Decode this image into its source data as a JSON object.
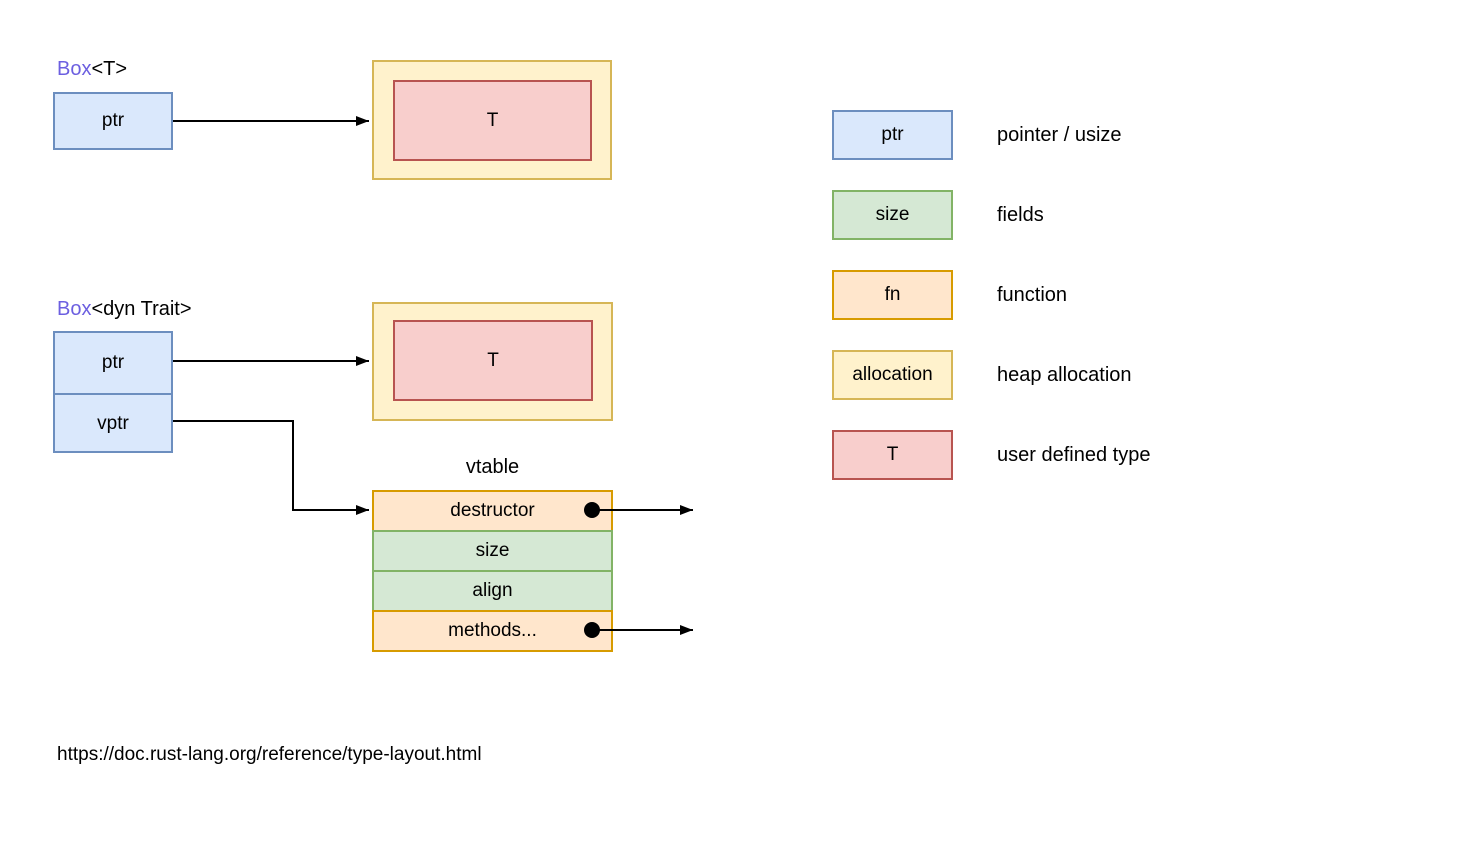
{
  "diagram": {
    "box_t": {
      "title_prefix": "Box",
      "title_suffix": "<T>",
      "ptr_label": "ptr",
      "type_label": "T"
    },
    "box_dyn": {
      "title_prefix": "Box",
      "title_suffix": "<dyn Trait>",
      "ptr_label": "ptr",
      "vptr_label": "vptr",
      "type_label": "T"
    },
    "vtable": {
      "title": "vtable",
      "rows": [
        {
          "label": "destructor",
          "kind": "fn"
        },
        {
          "label": "size",
          "kind": "field"
        },
        {
          "label": "align",
          "kind": "field"
        },
        {
          "label": "methods...",
          "kind": "fn"
        }
      ]
    }
  },
  "legend": {
    "items": [
      {
        "box_label": "ptr",
        "description": "pointer / usize",
        "kind": "pointer"
      },
      {
        "box_label": "size",
        "description": "fields",
        "kind": "field"
      },
      {
        "box_label": "fn",
        "description": "function",
        "kind": "fn"
      },
      {
        "box_label": "allocation",
        "description": "heap allocation",
        "kind": "allocation"
      },
      {
        "box_label": "T",
        "description": "user defined type",
        "kind": "type"
      }
    ]
  },
  "footer": {
    "url": "https://doc.rust-lang.org/reference/type-layout.html"
  },
  "colors": {
    "pointer_fill": "#dae8fc",
    "pointer_stroke": "#6c8ebf",
    "field_fill": "#d5e8d4",
    "field_stroke": "#82b366",
    "fn_fill": "#ffe6cc",
    "fn_stroke": "#d79b00",
    "allocation_fill": "#fff2cc",
    "allocation_stroke": "#d6b656",
    "type_fill": "#f8cecc",
    "type_stroke": "#b85450",
    "brand_text": "#6c5fe0",
    "connector": "#000000"
  }
}
